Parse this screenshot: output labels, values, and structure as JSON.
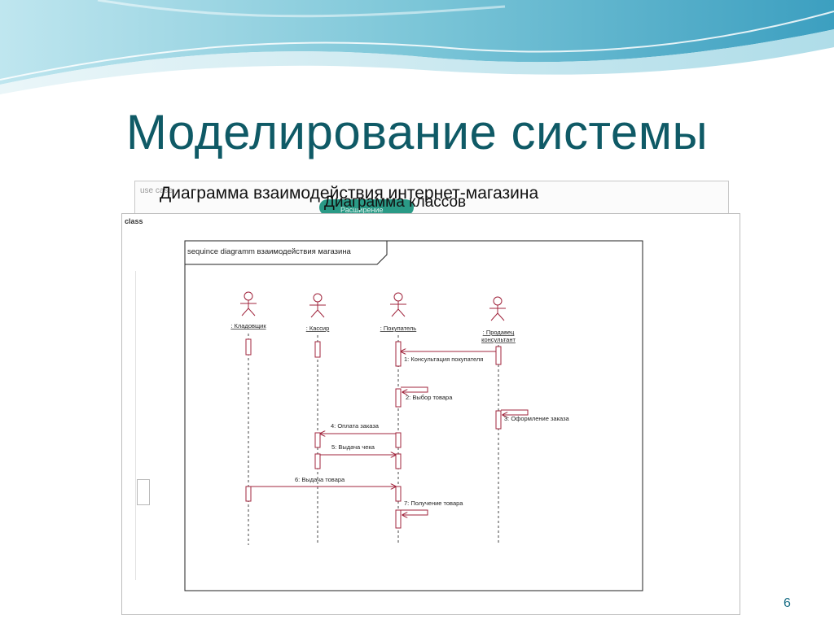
{
  "slide": {
    "title": "Моделирование системы",
    "subtitle": "Диаграмма взаимодействия интернет-магазина",
    "overlay_subtitle": "Диаграмма классов",
    "page_number": "6"
  },
  "background_frames": {
    "back_label": "use case",
    "mid_label": "class",
    "pill_text": "Расширение"
  },
  "diagram": {
    "frame_label": "sequince diagramm взаимодействия магазина",
    "actors": [
      {
        "id": "storekeeper",
        "label": ": Кладовщик"
      },
      {
        "id": "cashier",
        "label": ": Кассир"
      },
      {
        "id": "buyer",
        "label": ": Покупатель"
      },
      {
        "id": "consultant",
        "label_line1": ": Продавец",
        "label_line2": "консультант"
      }
    ],
    "messages": [
      {
        "number": "1",
        "text": "Консультация покупателя"
      },
      {
        "number": "2",
        "text": "Выбор товара"
      },
      {
        "number": "3",
        "text": "Оформление заказа"
      },
      {
        "number": "4",
        "text": "Оплата заказа"
      },
      {
        "number": "5",
        "text": "Выдача чека"
      },
      {
        "number": "6",
        "text": "Выдача товара"
      },
      {
        "number": "7",
        "text": "Получение товара"
      }
    ],
    "colors": {
      "line": "#a0243c",
      "frame": "#222222",
      "accent_title": "#0f5a66"
    }
  }
}
